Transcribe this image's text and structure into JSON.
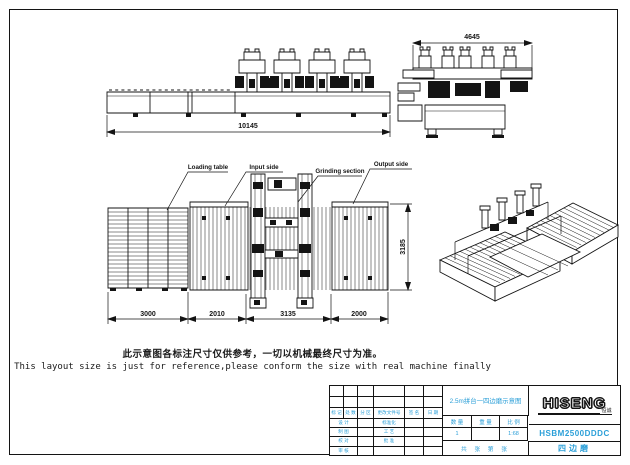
{
  "colors": {
    "accent_cyan": "#2b9fd8",
    "line": "#141414"
  },
  "views": {
    "front": {
      "dim_length": "10145"
    },
    "side": {
      "dim_width": "4645"
    },
    "plan": {
      "label_loading": "Loading table",
      "label_input": "Input side",
      "label_grinding": "Grinding section",
      "label_output": "Output side",
      "dim1": "3000",
      "dim2": "2010",
      "dim3": "3135",
      "dim4": "2000",
      "dim_depth": "3185"
    }
  },
  "notes": {
    "cn": "此示意图各标注尺寸仅供参考，一切以机械最终尺寸为准。",
    "en": "This layout size is just for reference,please conform the size with real machine finally"
  },
  "title_block": {
    "drawing_title": "2.5m拼台一四边磨示意图",
    "brand": "HISENG",
    "brand_sub": "恒诚",
    "model": "HSBM2500DDDC",
    "product_name": "四边磨",
    "rev_cols": [
      "标 记",
      "处 数",
      "分 区",
      "更改文件号",
      "签 名",
      "日 期"
    ],
    "row_design": "设 计",
    "row_draft": "制 图",
    "row_check": "校 对",
    "row_audit": "审 核",
    "row_std": "标准化",
    "row_process": "工 艺",
    "row_approve": "批 准",
    "qty_label": "数 量",
    "weight_label": "重 量",
    "scale_label": "比 例",
    "qty_value": "1",
    "weight_value": "",
    "scale_value": "1:68",
    "sheet_text": "共  张  第  张"
  }
}
